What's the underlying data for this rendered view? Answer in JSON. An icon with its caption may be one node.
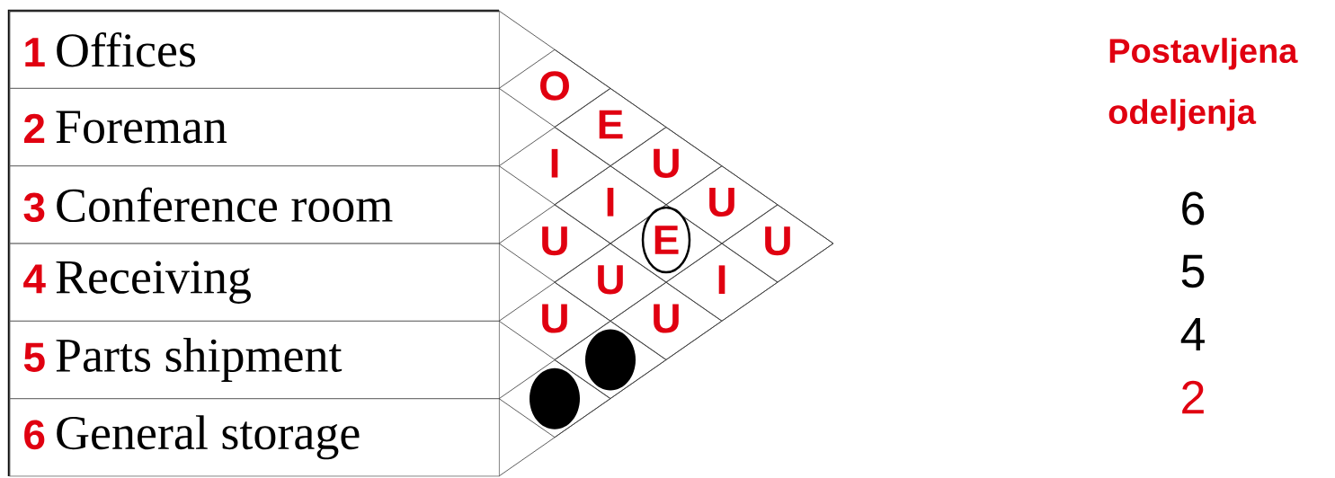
{
  "diagram": {
    "nodes": [
      {
        "text": [
          "1",
          "Offices"
        ]
      },
      {
        "text": [
          "2",
          "Foreman"
        ]
      },
      {
        "text": [
          "3",
          "Conference room"
        ]
      },
      {
        "text": [
          "4",
          "Receiving"
        ]
      },
      {
        "text": [
          "5",
          "Parts shipment"
        ]
      },
      {
        "text": [
          "6",
          "General storage"
        ]
      },
      {
        "text": [
          "O"
        ]
      },
      {
        "text": [
          "E"
        ]
      },
      {
        "text": [
          "U"
        ]
      },
      {
        "text": [
          "U"
        ]
      },
      {
        "text": [
          "U"
        ]
      },
      {
        "text": [
          "I"
        ]
      },
      {
        "text": [
          "I"
        ]
      },
      {
        "text": [],
        "shape": "diamond"
      },
      {
        "text": [
          "E"
        ],
        "in": 13
      },
      {
        "text": [
          "I"
        ]
      },
      {
        "text": [
          "U"
        ]
      },
      {
        "text": [
          "U"
        ]
      },
      {
        "text": [
          "U"
        ]
      },
      {
        "text": [
          "U"
        ]
      },
      {
        "text": [],
        "shape": "diamond"
      },
      {
        "text": [],
        "shape": "circle",
        "in": 20
      },
      {
        "text": [],
        "shape": "diamond"
      },
      {
        "text": [],
        "shape": "circle",
        "in": 22
      }
    ],
    "labels": [
      "Postavljena odeljenja",
      "6",
      "5",
      "4",
      "2"
    ]
  }
}
